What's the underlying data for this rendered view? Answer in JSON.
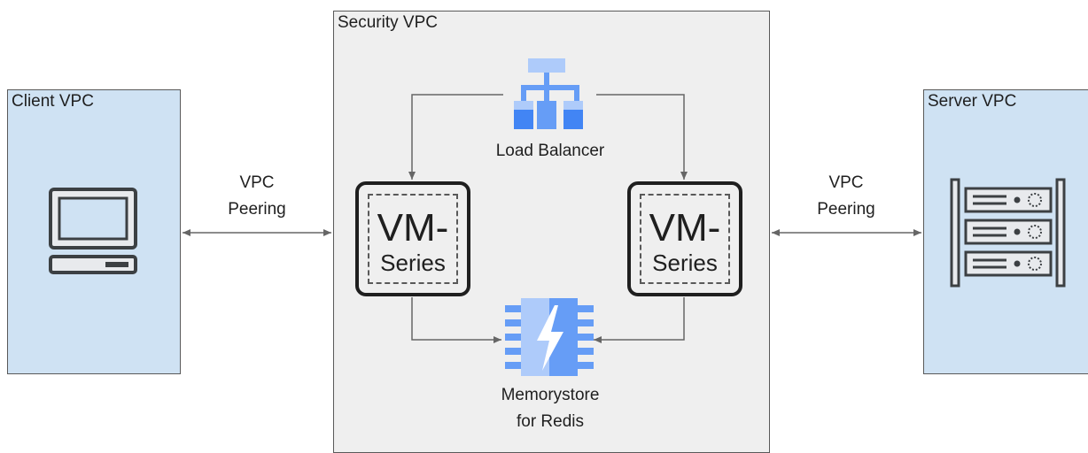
{
  "zones": {
    "client_vpc": "Client VPC",
    "security_vpc": "Security VPC",
    "server_vpc": "Server VPC"
  },
  "links": {
    "left_peering": [
      "VPC",
      "Peering"
    ],
    "right_peering": [
      "VPC",
      "Peering"
    ]
  },
  "nodes": {
    "load_balancer": "Load Balancer",
    "vm_series_left": [
      "VM-",
      "Series"
    ],
    "vm_series_right": [
      "VM-",
      "Series"
    ],
    "memorystore": [
      "Memorystore",
      "for Redis"
    ]
  },
  "icons": {
    "client": "computer-terminal-icon",
    "server": "server-rack-icon",
    "load_balancer": "load-balancer-icon",
    "memorystore": "memorystore-chip-icon"
  },
  "colors": {
    "vpc_fill": "#cfe2f3",
    "security_fill": "#efefef",
    "gcp_blue_light": "#aecbfa",
    "gcp_blue": "#669df6",
    "gcp_blue_dark": "#4285f4"
  }
}
